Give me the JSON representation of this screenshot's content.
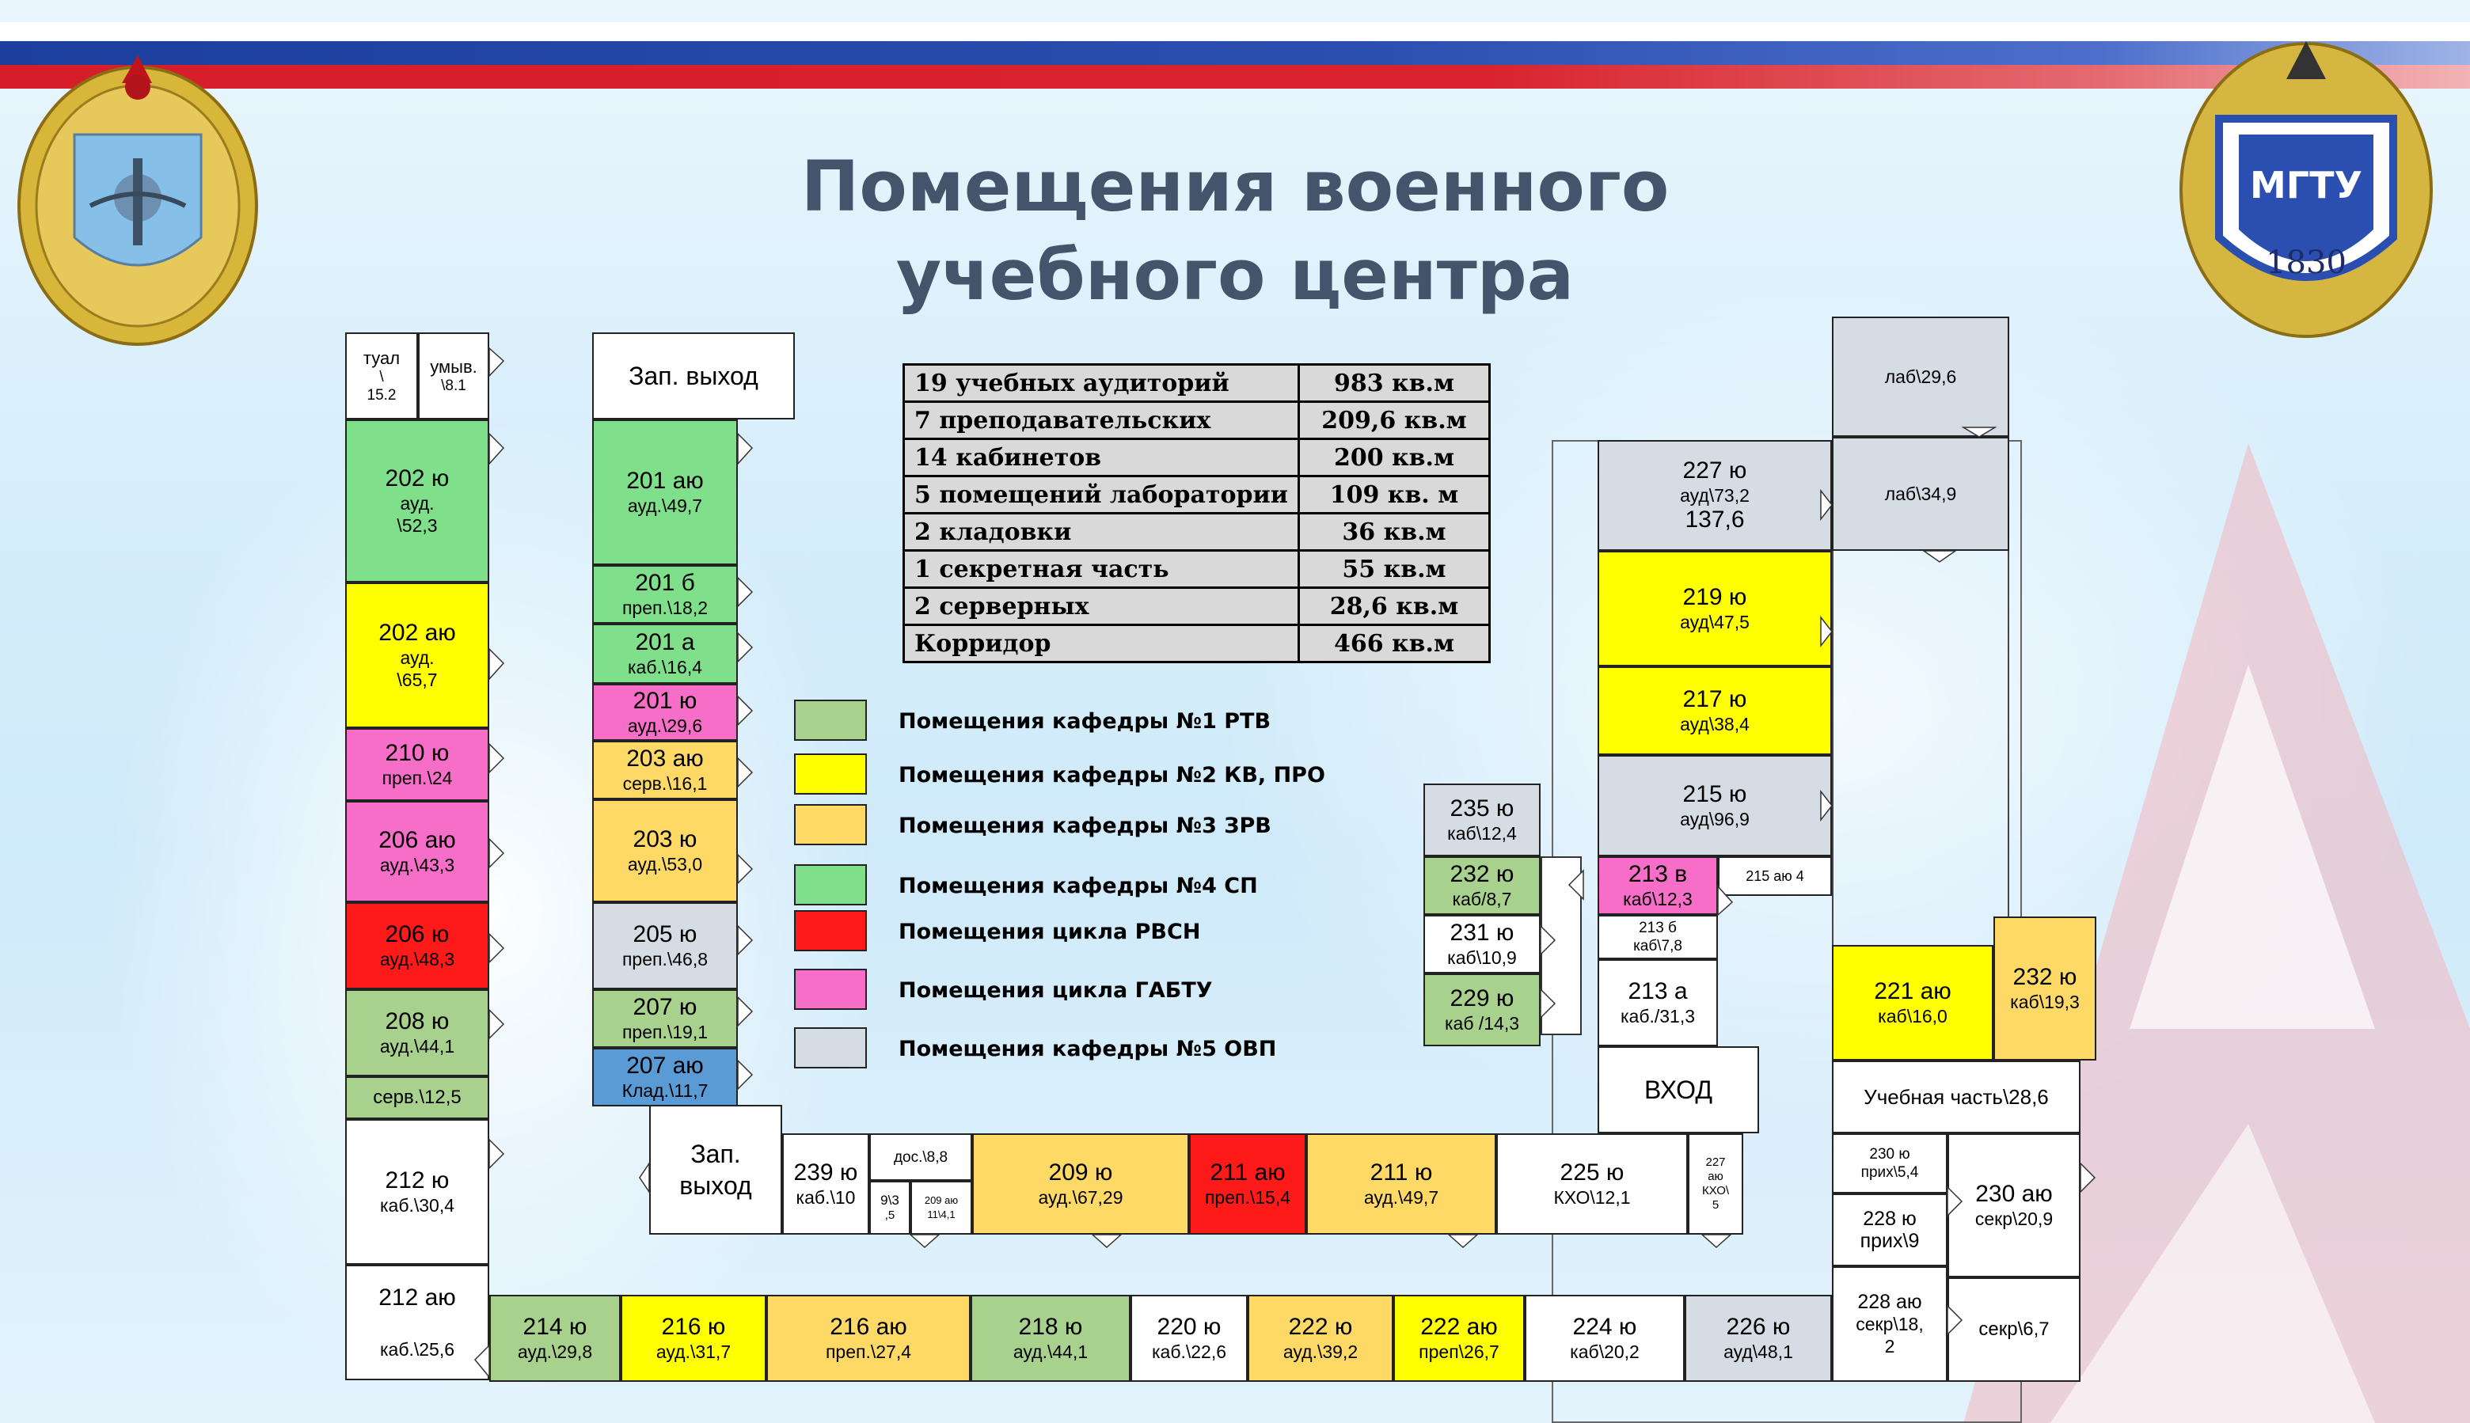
{
  "title": {
    "line1": "Помещения военного",
    "line2": "учебного центра"
  },
  "emblem_right": {
    "year": "1830",
    "text": "МГТУ"
  },
  "stats": [
    {
      "label": "19 учебных аудиторий",
      "value": "983 кв.м"
    },
    {
      "label": "7 преподавательских",
      "value": "209,6 кв.м"
    },
    {
      "label": "14 кабинетов",
      "value": "200 кв.м"
    },
    {
      "label": "5 помещений лаборатории",
      "value": "109 кв. м"
    },
    {
      "label": "2   кладовки",
      "value": "36 кв.м"
    },
    {
      "label": "1   секретная часть",
      "value": "55 кв.м"
    },
    {
      "label": "2   серверных",
      "value": "28,6 кв.м"
    },
    {
      "label": "Корридор",
      "value": "466 кв.м"
    }
  ],
  "legend": [
    {
      "label": "Помещения кафедры №1 РТВ",
      "color": "#a9d18e"
    },
    {
      "label": "Помещения кафедры №2 КВ, ПРО",
      "color": "#ffff00"
    },
    {
      "label": "Помещения кафедры №3 ЗРВ",
      "color": "#ffd966"
    },
    {
      "label": "Помещения кафедры №4 СП",
      "color": "#7fdf8a"
    },
    {
      "label": "Помещения цикла РВСН",
      "color": "#ff1a1a"
    },
    {
      "label": "Помещения цикла ГАБТУ",
      "color": "#f76ec8"
    },
    {
      "label": "Помещения кафедры №5 ОВП",
      "color": "#d6dce4"
    }
  ],
  "rooms": {
    "tual": {
      "n": "туал",
      "d1": "\\",
      "d2": "15.2"
    },
    "umyv": {
      "n": "умыв.",
      "d1": "\\8.1"
    },
    "zap_top": {
      "n": "Зап. выход"
    },
    "r202u": {
      "n": "202 ю",
      "d1": "ауд.",
      "d2": "\\52,3"
    },
    "r202au": {
      "n": "202 аю",
      "d1": "ауд.",
      "d2": "\\65,7"
    },
    "r210u": {
      "n": "210 ю",
      "d1": "преп.\\24"
    },
    "r206au": {
      "n": "206 аю",
      "d1": "ауд.\\43,3"
    },
    "r206u": {
      "n": "206 ю",
      "d1": "ауд.\\48,3"
    },
    "r208u": {
      "n": "208 ю",
      "d1": "ауд.\\44,1"
    },
    "serv": {
      "n": "серв.\\12,5"
    },
    "r212u": {
      "n": "212 ю",
      "d1": "каб.\\30,4"
    },
    "r212au": {
      "n": "212 аю",
      "d1": "каб.\\25,6"
    },
    "r201au": {
      "n": "201 аю",
      "d1": "ауд.\\49,7"
    },
    "r201b": {
      "n": "201 б",
      "d1": "преп.\\18,2"
    },
    "r201a": {
      "n": "201 а",
      "d1": "каб.\\16,4"
    },
    "r201u": {
      "n": "201 ю",
      "d1": "ауд.\\29,6"
    },
    "r203au": {
      "n": "203 аю",
      "d1": "серв.\\16,1"
    },
    "r203u": {
      "n": "203 ю",
      "d1": "ауд.\\53,0"
    },
    "r205u": {
      "n": "205 ю",
      "d1": "преп.\\46,8"
    },
    "r207u": {
      "n": "207 ю",
      "d1": "преп.\\19,1"
    },
    "r207au": {
      "n": "207 аю",
      "d1": "Клад.\\11,7"
    },
    "zap_mid": {
      "n": "Зап.",
      "d1": "выход"
    },
    "r239u": {
      "n": "239 ю",
      "d1": "каб.\\10"
    },
    "dos": {
      "n": "дос.\\8,8"
    },
    "r9": {
      "n": "9\\3",
      "d1": ",5"
    },
    "r209au": {
      "n": "209 аю",
      "d1": "11\\4,1"
    },
    "r209u": {
      "n": "209 ю",
      "d1": "ауд.\\67,29"
    },
    "r211au": {
      "n": "211 аю",
      "d1": "преп.\\15,4"
    },
    "r211u": {
      "n": "211 ю",
      "d1": "ауд.\\49,7"
    },
    "r225u": {
      "n": "225 ю",
      "d1": "КХО\\12,1"
    },
    "r227au": {
      "n": "227",
      "d1": "аю",
      "d2": "КХО\\",
      "d3": "5"
    },
    "r214u": {
      "n": "214 ю",
      "d1": "ауд.\\29,8"
    },
    "r216u": {
      "n": "216 ю",
      "d1": "ауд.\\31,7"
    },
    "r216au": {
      "n": "216 аю",
      "d1": "преп.\\27,4"
    },
    "r218u": {
      "n": "218 ю",
      "d1": "ауд.\\44,1"
    },
    "r220u": {
      "n": "220 ю",
      "d1": "каб.\\22,6"
    },
    "r222u": {
      "n": "222 ю",
      "d1": "ауд.\\39,2"
    },
    "r222au": {
      "n": "222 аю",
      "d1": "преп\\26,7"
    },
    "r224u": {
      "n": "224 ю",
      "d1": "каб\\20,2"
    },
    "r226u": {
      "n": "226 ю",
      "d1": "ауд\\48,1"
    },
    "r235u": {
      "n": "235 ю",
      "d1": "каб\\12,4"
    },
    "r232u_l": {
      "n": "232 ю",
      "d1": "каб/8,7"
    },
    "r231u": {
      "n": "231 ю",
      "d1": "каб\\10,9"
    },
    "r229u": {
      "n": "229 ю",
      "d1": "каб /14,3"
    },
    "r227u": {
      "n": "227 ю",
      "d1": "ауд\\73,2",
      "d2": "137,6"
    },
    "r219u": {
      "n": "219 ю",
      "d1": "ауд\\47,5"
    },
    "r217u": {
      "n": "217 ю",
      "d1": "ауд\\38,4"
    },
    "r215u": {
      "n": "215 ю",
      "d1": "ауд\\96,9"
    },
    "r213v": {
      "n": "213 в",
      "d1": "каб\\12,3"
    },
    "r215au": {
      "n": "215 аю 4"
    },
    "r213b": {
      "n": "213 б",
      "d1": "каб\\7,8"
    },
    "r213a": {
      "n": "213 а",
      "d1": "каб./31,3"
    },
    "vhod": {
      "n": "ВХОД"
    },
    "lab1": {
      "n": "лаб\\29,6"
    },
    "lab2": {
      "n": "лаб\\34,9"
    },
    "r221au": {
      "n": "221 аю",
      "d1": "каб\\16,0"
    },
    "r232u_r": {
      "n": "232 ю",
      "d1": "каб\\19,3"
    },
    "uch": {
      "n": "Учебная часть\\28,6"
    },
    "r230u": {
      "n": "230 ю",
      "d1": "прих\\5,4"
    },
    "r230au": {
      "n": "230 аю",
      "d1": "секр\\20,9"
    },
    "r228u": {
      "n": "228 ю",
      "d1": "прих\\9"
    },
    "r228au": {
      "n": "228 аю",
      "d1": "секр\\18,",
      "d2": "2"
    },
    "sekr": {
      "n": "секр\\6,7"
    }
  }
}
